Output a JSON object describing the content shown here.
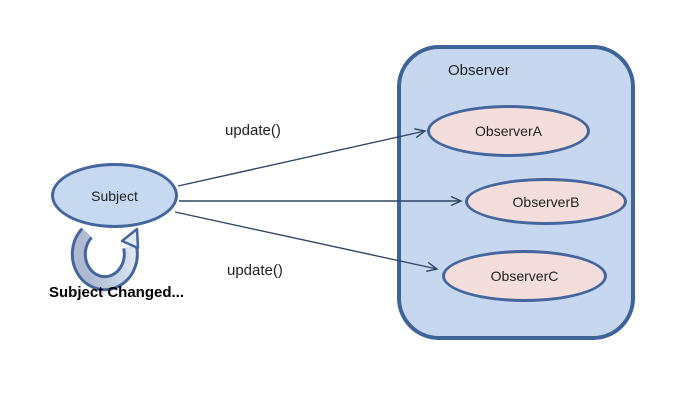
{
  "nodes": {
    "subject": {
      "label": "Subject"
    },
    "observer_group": {
      "label": "Observer",
      "members": [
        {
          "label": "ObserverA"
        },
        {
          "label": "ObserverB"
        },
        {
          "label": "ObserverC"
        }
      ]
    }
  },
  "edges": {
    "top_label": "update()",
    "bottom_label": "update()",
    "arrows": [
      {
        "from": "Subject",
        "to": "ObserverA",
        "label": "update()"
      },
      {
        "from": "Subject",
        "to": "ObserverB",
        "label": ""
      },
      {
        "from": "Subject",
        "to": "ObserverC",
        "label": "update()"
      }
    ]
  },
  "captions": {
    "subject_changed": "Subject Changed..."
  },
  "colors": {
    "node_blue_fill": "#C6D9F0",
    "node_blue_border": "#44659E",
    "group_fill": "#C7D7EF",
    "group_border": "#3D6398",
    "member_fill": "#F4DEDC",
    "member_border": "#44659E",
    "arrow": "#2F4566",
    "text": "#1F1F1F"
  }
}
